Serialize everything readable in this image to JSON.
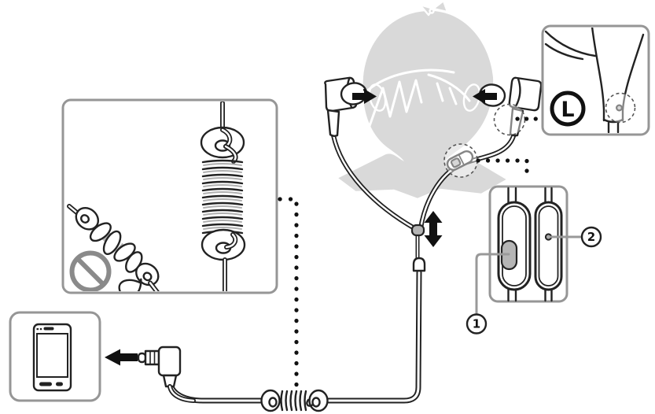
{
  "labels": {
    "left_channel_marking": "L",
    "callout_1": "1",
    "callout_2": "2"
  },
  "icons": {
    "insert_left_arrow": "solid-right-arrow",
    "insert_right_arrow": "solid-left-arrow",
    "plug_insert_arrow": "solid-left-arrow",
    "slider_adjust_arrow": "double-headed-vertical-arrow",
    "prohibition": "circle-with-slash",
    "tactile_dot": "small-dot",
    "microphone_hole": "small-dot"
  },
  "colors": {
    "background": "#ffffff",
    "silhouette": "#d9d9d9",
    "line_art": "#222222",
    "callout_box_border": "#969696",
    "leader_line": "#999999",
    "prohibition_sign": "#8a8a8a",
    "remote_button_fill": "#b5b5b5"
  }
}
